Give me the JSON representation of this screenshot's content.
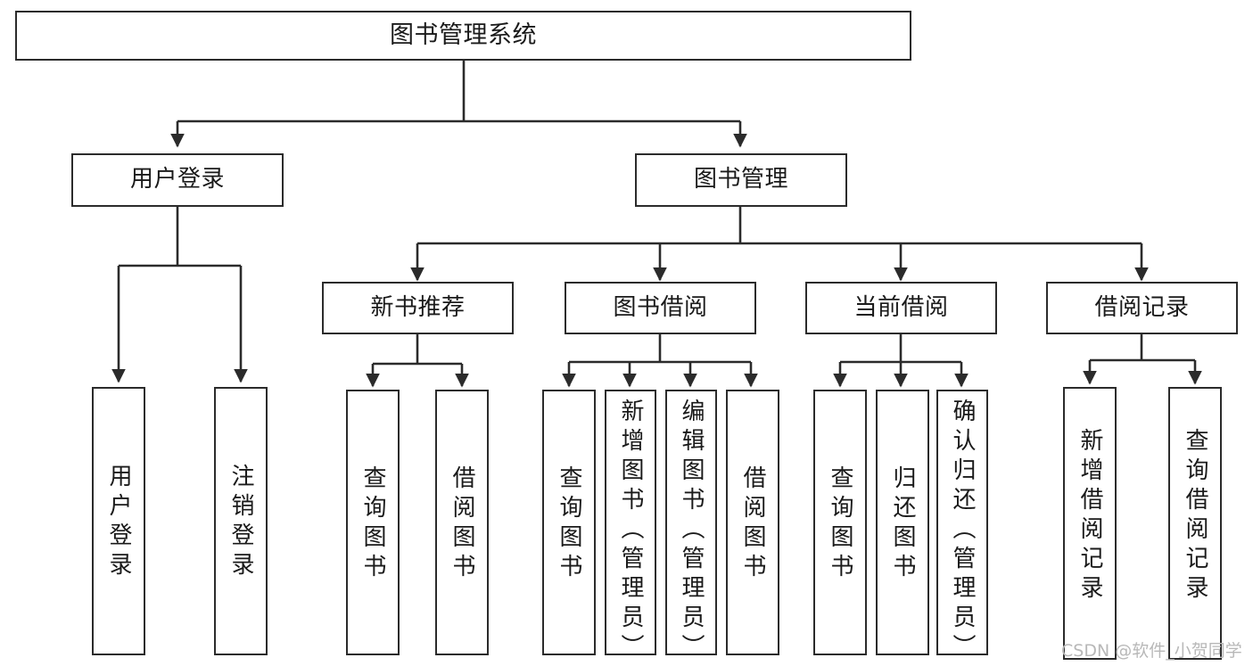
{
  "diagram": {
    "type": "hierarchy-tree",
    "title": "图书管理系统",
    "root": {
      "label": "图书管理系统"
    },
    "level1": [
      {
        "label": "用户登录"
      },
      {
        "label": "图书管理"
      }
    ],
    "level2": [
      {
        "label": "新书推荐"
      },
      {
        "label": "图书借阅"
      },
      {
        "label": "当前借阅"
      },
      {
        "label": "借阅记录"
      }
    ],
    "leaves": {
      "user_login": [
        {
          "label": "用户登录"
        },
        {
          "label": "注销登录"
        }
      ],
      "new_book_recommend": [
        {
          "label": "查询图书"
        },
        {
          "label": "借阅图书"
        }
      ],
      "book_borrow": [
        {
          "label": "查询图书"
        },
        {
          "label": "新增图书（管理员）"
        },
        {
          "label": "编辑图书（管理员）"
        },
        {
          "label": "借阅图书"
        }
      ],
      "current_borrow": [
        {
          "label": "查询图书"
        },
        {
          "label": "归还图书"
        },
        {
          "label": "确认归还（管理员）"
        }
      ],
      "borrow_record": [
        {
          "label": "新增借阅记录"
        },
        {
          "label": "查询借阅记录"
        }
      ]
    },
    "watermark": "CSDN @软件_小贺同学",
    "colors": {
      "stroke": "#2b2b2b",
      "text": "#1a1a1a",
      "background": "#ffffff",
      "watermark": "#b8b8b8"
    }
  }
}
